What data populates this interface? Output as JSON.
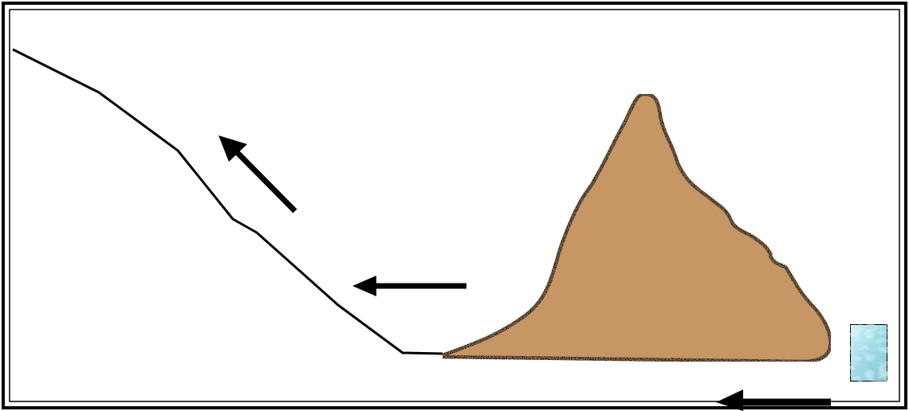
{
  "diagram": {
    "description_elements": {
      "frame": "double-line-border",
      "ground_profile": "sloped-line",
      "mound": "sand-textured-mound",
      "water_block": "water-textured-block",
      "arrows": [
        "arrow-up-left",
        "arrow-left-middle",
        "arrow-left-bottom"
      ]
    },
    "colors": {
      "line": "#000000",
      "background": "#ffffff",
      "sand_base": "#c8935f",
      "sand_dark": "#8a5a2f",
      "sand_light": "#e8c39a",
      "water_base": "#9fdbe6",
      "water_light": "#d6f3f7",
      "water_dark": "#6fbfd0"
    }
  }
}
